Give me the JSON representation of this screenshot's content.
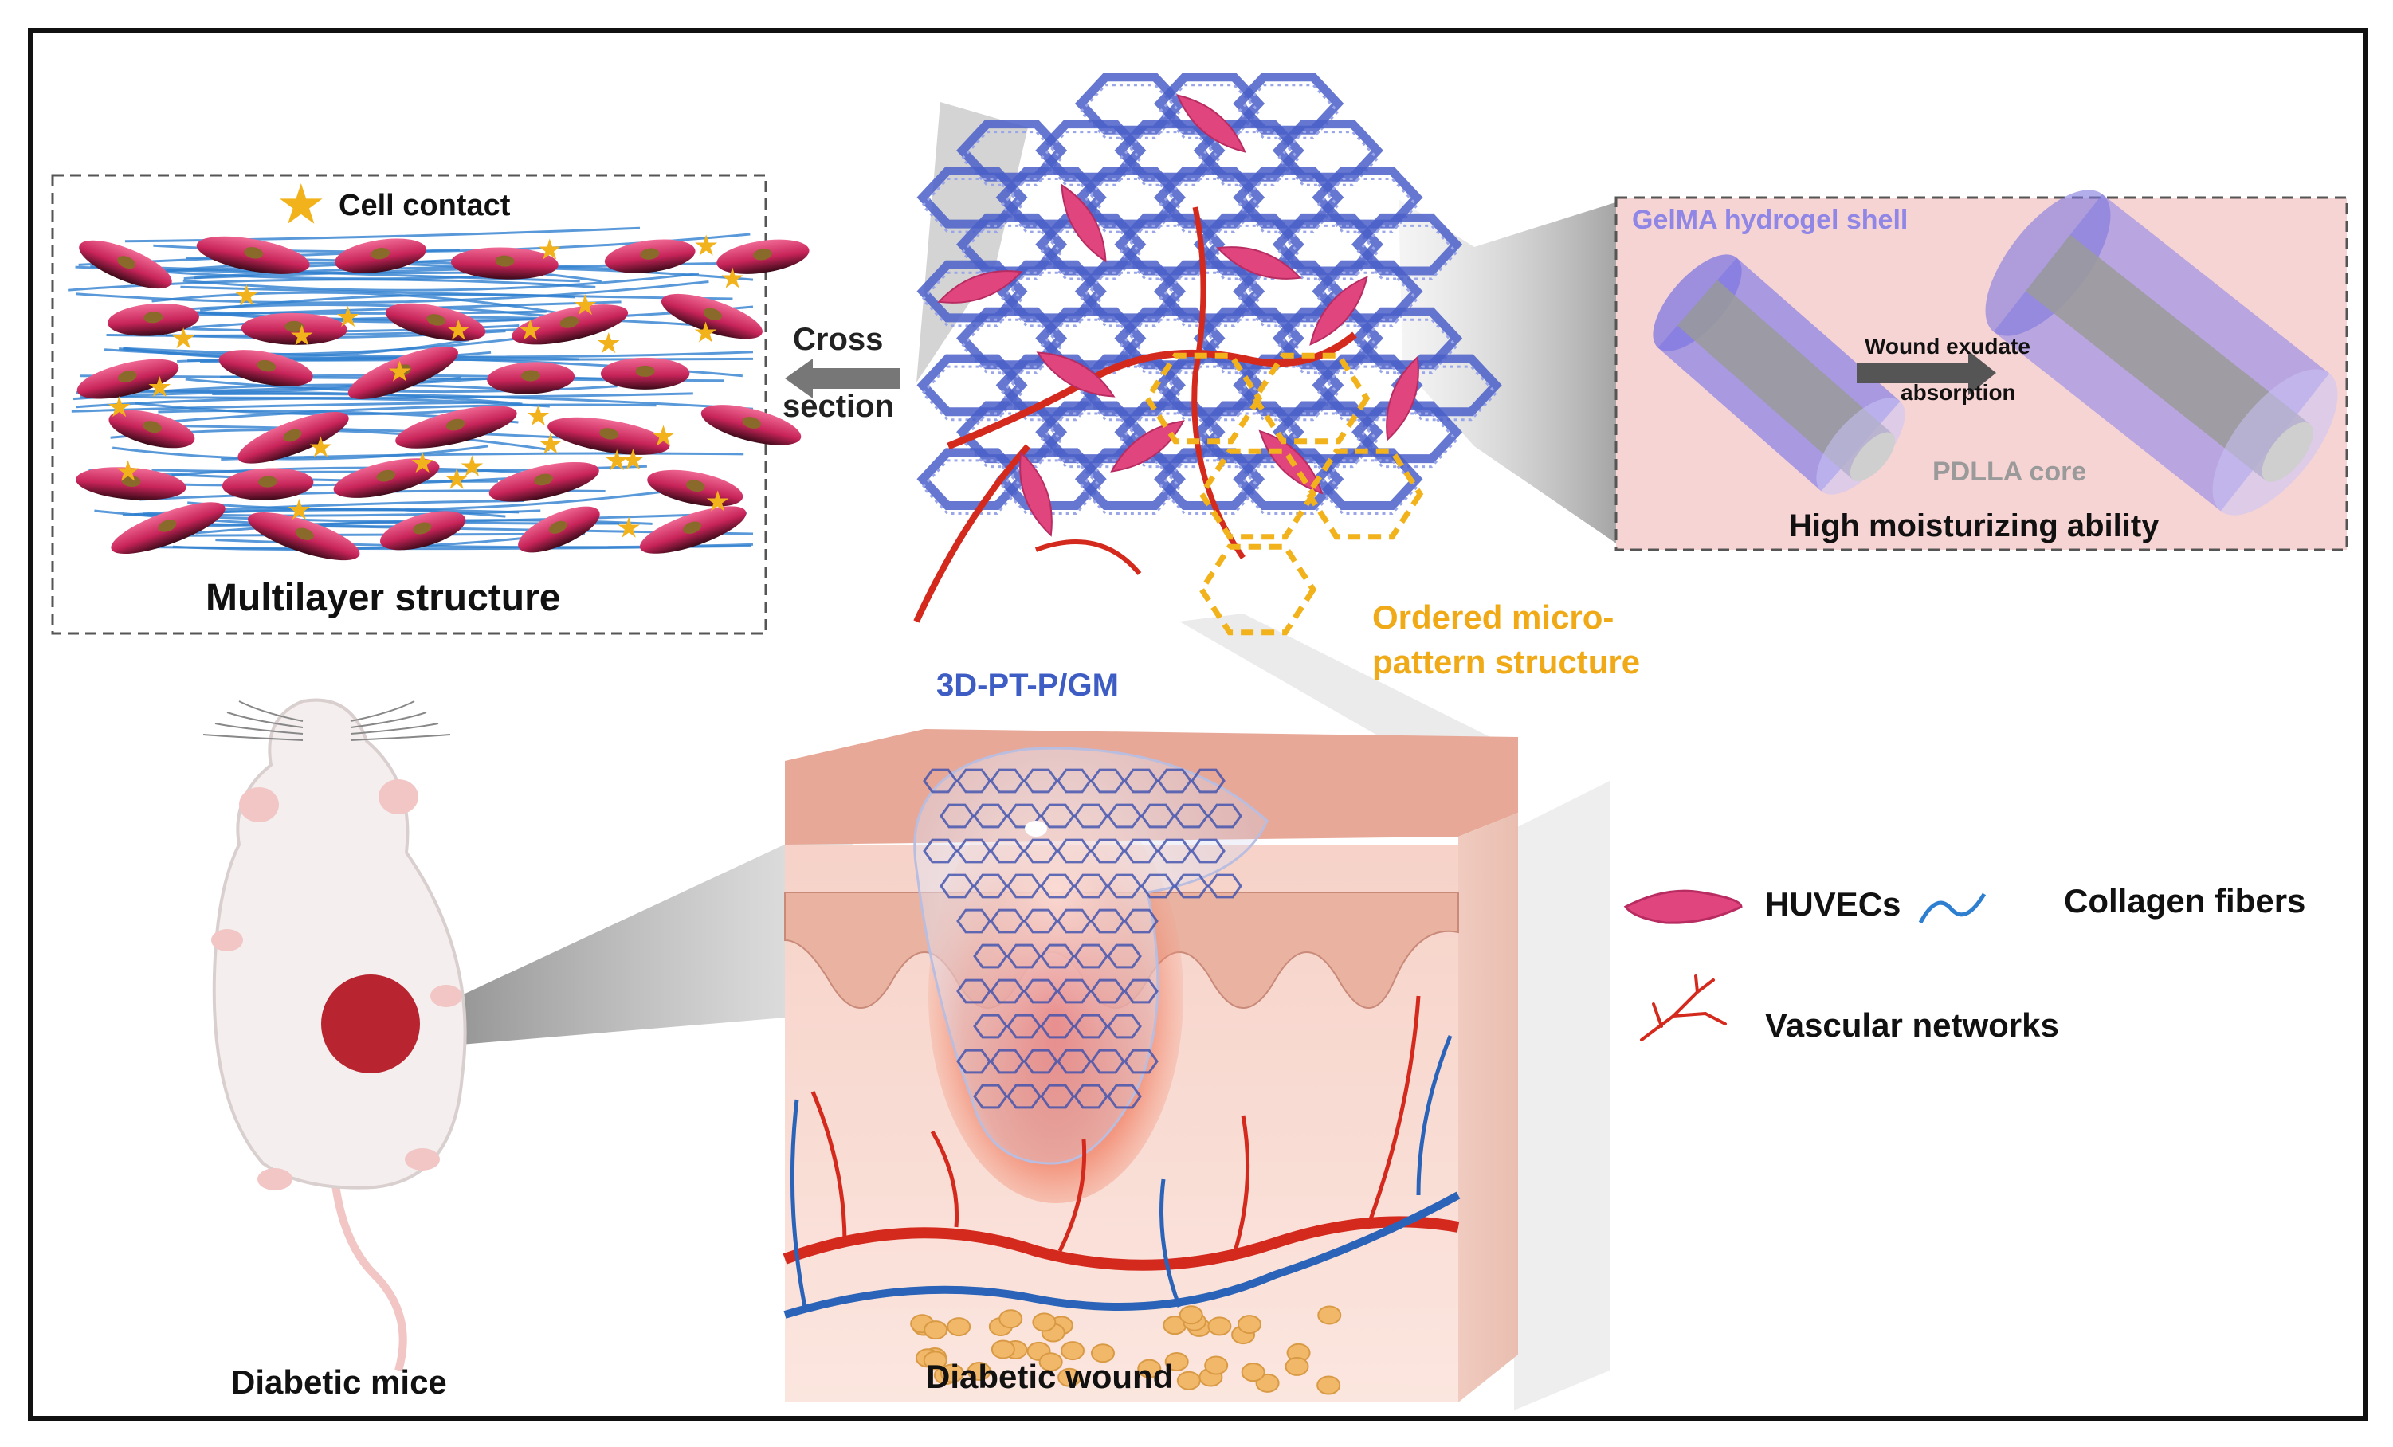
{
  "panels": {
    "multilayer": {
      "legend_label": "Cell contact",
      "caption": "Multilayer structure"
    },
    "cross_section": {
      "line1": "Cross",
      "line2": "section"
    },
    "scaffold": {
      "name": "3D-PT-P/GM",
      "pattern_line1": "Ordered micro-",
      "pattern_line2": "pattern structure"
    },
    "moisture": {
      "shell_label": "GelMA hydrogel shell",
      "arrow_line1": "Wound exudate",
      "arrow_line2": "absorption",
      "core_label": "PDLLA  core",
      "caption": "High moisturizing ability"
    },
    "mouse": {
      "caption": "Diabetic mice"
    },
    "wound": {
      "caption": "Diabetic wound"
    }
  },
  "legend": {
    "huvecs": "HUVECs",
    "collagen": "Collagen fibers",
    "vascular": "Vascular networks"
  },
  "colors": {
    "cell": "#e0457e",
    "fiber": "#2f7fd0",
    "scaffold": "#4a5fc8",
    "vessel": "#d42a1e",
    "vein": "#2a63b8",
    "pattern": "#f2b21c",
    "shell": "#8f86e6",
    "core": "#9a9a9a",
    "skin": "#f2c2b6"
  }
}
